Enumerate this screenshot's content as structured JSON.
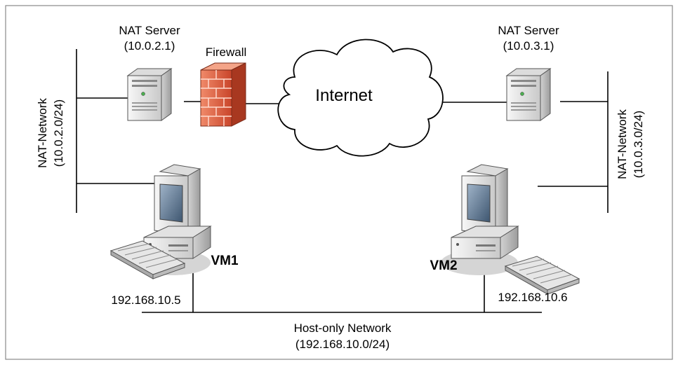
{
  "nat_server_left": {
    "title": "NAT Server",
    "ip": "(10.0.2.1)"
  },
  "firewall": {
    "label": "Firewall"
  },
  "internet": {
    "label": "Internet"
  },
  "nat_server_right": {
    "title": "NAT Server",
    "ip": "(10.0.3.1)"
  },
  "nat_network_left": {
    "title": "NAT-Network",
    "cidr": "(10.0.2.0/24)"
  },
  "nat_network_right": {
    "title": "NAT-Network",
    "cidr": "(10.0.3.0/24)"
  },
  "vm1": {
    "name": "VM1",
    "ip": "192.168.10.5"
  },
  "vm2": {
    "name": "VM2",
    "ip": "192.168.10.6"
  },
  "host_only": {
    "title": "Host-only Network",
    "cidr": "(192.168.10.0/24)"
  },
  "colors": {
    "firewall": "#d9543a",
    "server_body": "#e8e8e8",
    "screen": "#7a8fa8",
    "cloud_fill": "#ffffff"
  }
}
